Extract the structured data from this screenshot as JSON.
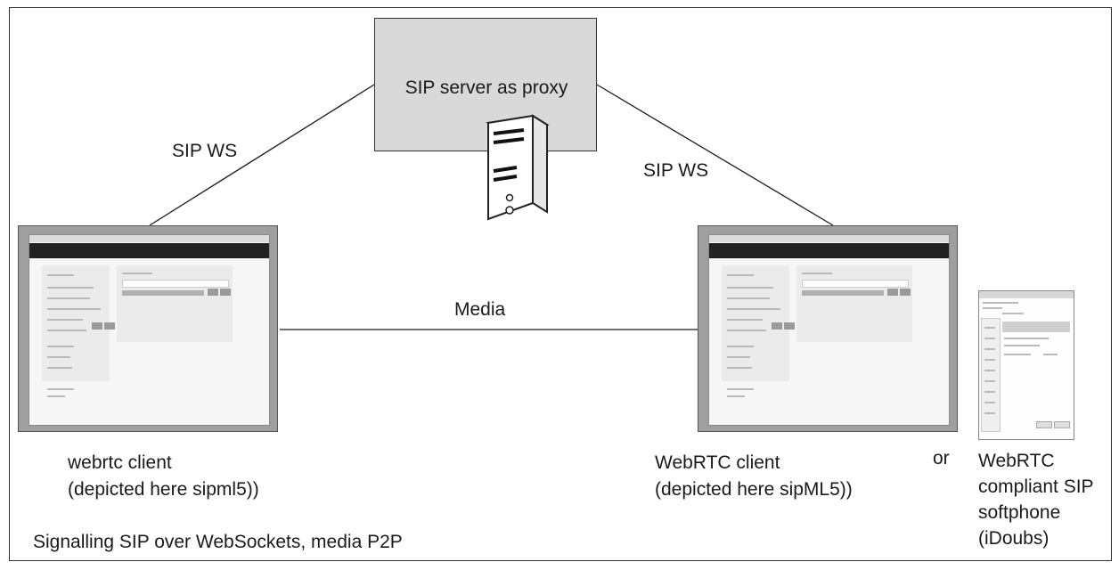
{
  "server": {
    "title": "SIP server as proxy"
  },
  "links": {
    "left_label": "SIP WS",
    "right_label": "SIP WS",
    "media_label": "Media"
  },
  "clients": {
    "left_caption_line1": "webrtc client",
    "left_caption_line2": "(depicted here sipml5))",
    "right_caption_line1": "WebRTC client",
    "right_caption_line2": "(depicted here sipML5))",
    "or_label": "or",
    "softphone_line1": "WebRTC",
    "softphone_line2": "compliant SIP",
    "softphone_line3": "softphone",
    "softphone_line4": "(iDoubs)"
  },
  "footer": {
    "note": "Signalling SIP over WebSockets, media P2P"
  },
  "icons": {
    "server": "server-tower-icon",
    "left_client": "browser-screenshot-icon",
    "right_client": "browser-screenshot-icon",
    "softphone": "softphone-window-icon"
  },
  "colors": {
    "server_box": "#d9d9d9",
    "monitor_frame": "#9f9f9f",
    "line": "#1a1a1a"
  }
}
